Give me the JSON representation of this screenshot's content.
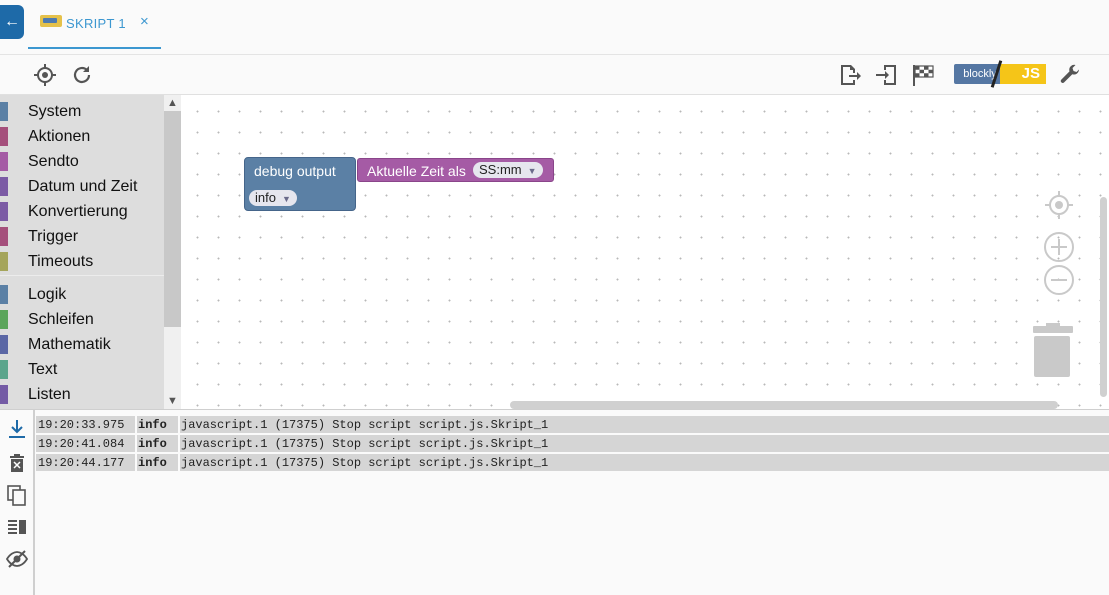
{
  "tab": {
    "label": "SKRIPT 1",
    "close": "×"
  },
  "back": {
    "icon": "arrow-left-icon",
    "glyph": "←"
  },
  "toolbar": {
    "icons": [
      "target-icon",
      "reload-icon",
      "export-icon",
      "import-icon",
      "checkered-flag-icon",
      "wrench-icon"
    ],
    "blockly_label": "blockly",
    "js_label": "JS"
  },
  "toolbox": {
    "categories": [
      {
        "label": "System",
        "color": "#5b80a5"
      },
      {
        "label": "Aktionen",
        "color": "#a5507c"
      },
      {
        "label": "Sendto",
        "color": "#a55ba5"
      },
      {
        "label": "Datum und Zeit",
        "color": "#7c5ba5"
      },
      {
        "label": "Konvertierung",
        "color": "#7c5ba5"
      },
      {
        "label": "Trigger",
        "color": "#a5507c"
      },
      {
        "label": "Timeouts",
        "color": "#a5a55b"
      },
      {
        "label": "Logik",
        "color": "#5b80a5"
      },
      {
        "label": "Schleifen",
        "color": "#5ba55b"
      },
      {
        "label": "Mathematik",
        "color": "#5b67a5"
      },
      {
        "label": "Text",
        "color": "#5ba58c"
      },
      {
        "label": "Listen",
        "color": "#745ba5"
      }
    ]
  },
  "workspace": {
    "debug_block": {
      "label": "debug output",
      "level": "info",
      "color": "#5b80a5"
    },
    "time_block": {
      "label": "Aktuelle Zeit als",
      "format": "SS:mm",
      "color": "#a55ba5"
    }
  },
  "log": {
    "tools": [
      "scroll-down-icon",
      "clear-log-icon",
      "copy-icon",
      "toggle-view-icon",
      "hide-icon"
    ],
    "rows": [
      {
        "time": "19:20:33.975",
        "severity": "info",
        "message": "javascript.1 (17375) Stop script script.js.Skript_1"
      },
      {
        "time": "19:20:41.084",
        "severity": "info",
        "message": "javascript.1 (17375) Stop script script.js.Skript_1"
      },
      {
        "time": "19:20:44.177",
        "severity": "info",
        "message": "javascript.1 (17375) Stop script script.js.Skript_1"
      }
    ]
  }
}
